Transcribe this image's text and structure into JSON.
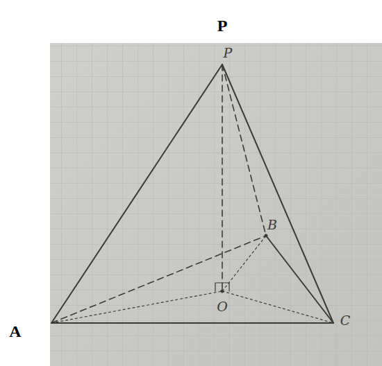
{
  "diagram": {
    "labels": [
      "P",
      "A",
      "P",
      "B",
      "C",
      "O"
    ]
  }
}
